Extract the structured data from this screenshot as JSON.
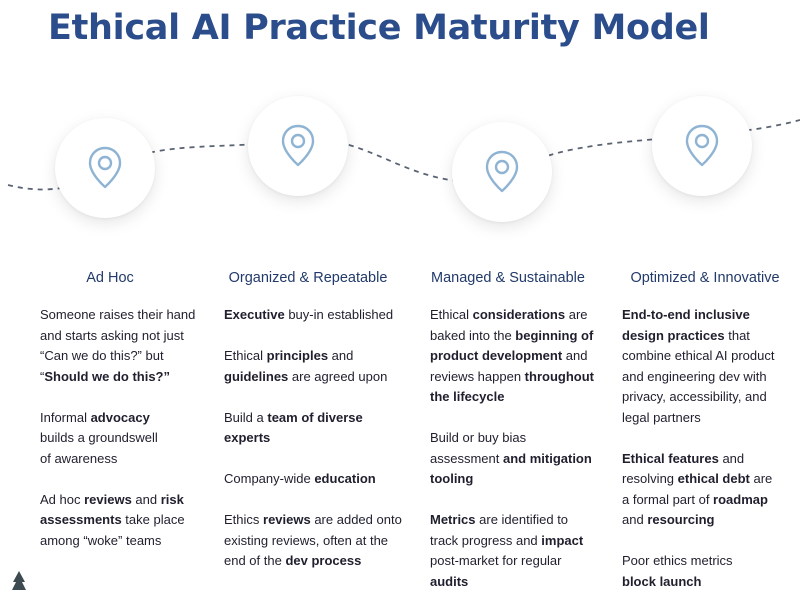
{
  "title": "Ethical AI Practice Maturity Model",
  "accent_color": "#2b4d8b",
  "marker_icon": "map-pin-icon",
  "stages": [
    {
      "heading": "Ad Hoc",
      "items": [
        {
          "lines": [
            [
              {
                "t": "Someone raises their hand"
              }
            ],
            [
              {
                "t": "and starts asking not just"
              }
            ],
            [
              {
                "t": "“Can we do this?” but"
              }
            ],
            [
              {
                "t": "“"
              },
              {
                "t": "Should we do this?”",
                "b": true
              }
            ]
          ]
        },
        {
          "lines": [
            [
              {
                "t": "Informal "
              },
              {
                "t": "advocacy",
                "b": true
              }
            ],
            [
              {
                "t": "builds a groundswell"
              }
            ],
            [
              {
                "t": "of awareness"
              }
            ]
          ]
        },
        {
          "lines": [
            [
              {
                "t": "Ad hoc "
              },
              {
                "t": "reviews",
                "b": true
              },
              {
                "t": " and "
              },
              {
                "t": "risk",
                "b": true
              }
            ],
            [
              {
                "t": "assessments",
                "b": true
              },
              {
                "t": " take place"
              }
            ],
            [
              {
                "t": "among “woke” teams"
              }
            ]
          ]
        }
      ]
    },
    {
      "heading": "Organized & Repeatable",
      "items": [
        {
          "lines": [
            [
              {
                "t": "Executive",
                "b": true
              },
              {
                "t": " buy-in established"
              }
            ]
          ]
        },
        {
          "lines": [
            [
              {
                "t": "Ethical "
              },
              {
                "t": "principles",
                "b": true
              },
              {
                "t": " and"
              }
            ],
            [
              {
                "t": "guidelines",
                "b": true
              },
              {
                "t": " are agreed upon"
              }
            ]
          ]
        },
        {
          "lines": [
            [
              {
                "t": "Build a "
              },
              {
                "t": "team of diverse",
                "b": true
              }
            ],
            [
              {
                "t": "experts",
                "b": true
              }
            ]
          ]
        },
        {
          "lines": [
            [
              {
                "t": "Company-wide "
              },
              {
                "t": "education",
                "b": true
              }
            ]
          ]
        },
        {
          "lines": [
            [
              {
                "t": "Ethics "
              },
              {
                "t": "reviews",
                "b": true
              },
              {
                "t": " are added onto"
              }
            ],
            [
              {
                "t": "existing reviews, often at the"
              }
            ],
            [
              {
                "t": "end of the "
              },
              {
                "t": "dev process",
                "b": true
              }
            ]
          ]
        }
      ]
    },
    {
      "heading": "Managed & Sustainable",
      "items": [
        {
          "lines": [
            [
              {
                "t": "Ethical "
              },
              {
                "t": "considerations",
                "b": true
              },
              {
                "t": " are"
              }
            ],
            [
              {
                "t": "baked into the "
              },
              {
                "t": "beginning of",
                "b": true
              }
            ],
            [
              {
                "t": "product development",
                "b": true
              },
              {
                "t": " and"
              }
            ],
            [
              {
                "t": "reviews happen "
              },
              {
                "t": "throughout",
                "b": true
              }
            ],
            [
              {
                "t": "the lifecycle",
                "b": true
              }
            ]
          ]
        },
        {
          "lines": [
            [
              {
                "t": "Build or buy bias"
              }
            ],
            [
              {
                "t": "assessment "
              },
              {
                "t": "and mitigation",
                "b": true
              }
            ],
            [
              {
                "t": "tooling",
                "b": true
              }
            ]
          ]
        },
        {
          "lines": [
            [
              {
                "t": "Metrics",
                "b": true
              },
              {
                "t": " are identified to"
              }
            ],
            [
              {
                "t": "track progress and "
              },
              {
                "t": "impact",
                "b": true
              }
            ],
            [
              {
                "t": "post-market for regular"
              }
            ],
            [
              {
                "t": "audits",
                "b": true
              }
            ]
          ]
        }
      ]
    },
    {
      "heading": "Optimized & Innovative",
      "items": [
        {
          "lines": [
            [
              {
                "t": "End-to-end inclusive",
                "b": true
              }
            ],
            [
              {
                "t": "design practices",
                "b": true
              },
              {
                "t": " that"
              }
            ],
            [
              {
                "t": "combine ethical AI product"
              }
            ],
            [
              {
                "t": "and engineering dev with"
              }
            ],
            [
              {
                "t": "privacy, accessibility, and"
              }
            ],
            [
              {
                "t": "legal partners"
              }
            ]
          ]
        },
        {
          "lines": [
            [
              {
                "t": "Ethical features",
                "b": true
              },
              {
                "t": " and"
              }
            ],
            [
              {
                "t": "resolving "
              },
              {
                "t": "ethical debt",
                "b": true
              },
              {
                "t": " are"
              }
            ],
            [
              {
                "t": "a formal part of "
              },
              {
                "t": "roadmap",
                "b": true
              }
            ],
            [
              {
                "t": "and "
              },
              {
                "t": "resourcing",
                "b": true
              }
            ]
          ]
        },
        {
          "lines": [
            [
              {
                "t": "Poor ethics metrics"
              }
            ],
            [
              {
                "t": "block launch",
                "b": true
              }
            ]
          ]
        }
      ]
    }
  ]
}
